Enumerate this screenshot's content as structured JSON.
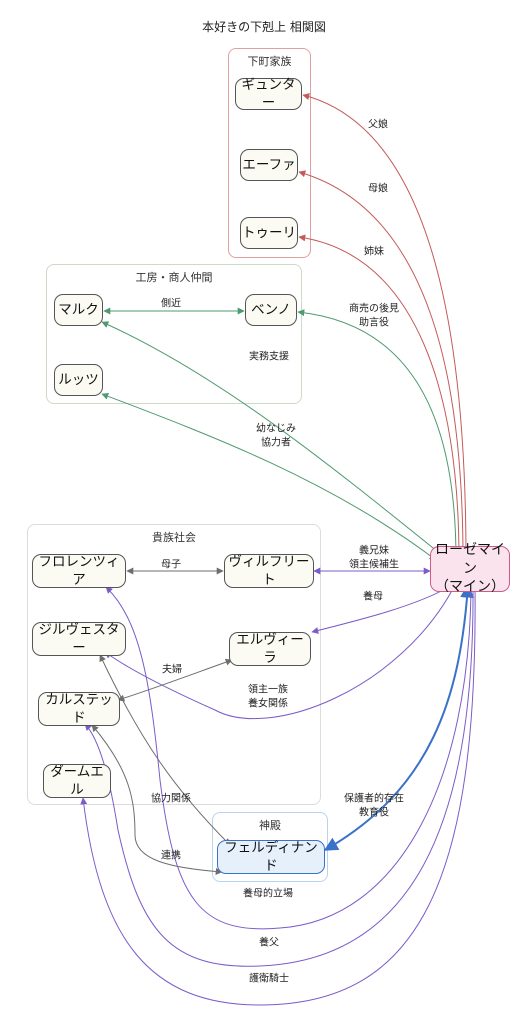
{
  "title": "本好きの下剋上 相関図",
  "colors": {
    "family": "#c45a5a",
    "workshop": "#4f9a70",
    "noble": "#7b5cc8",
    "gray": "#6e6e6e",
    "temple": "#3a72c8"
  },
  "clusters": [
    {
      "id": "family",
      "label": "下町家族"
    },
    {
      "id": "workshop",
      "label": "工房・商人仲間"
    },
    {
      "id": "noble",
      "label": "貴族社会"
    },
    {
      "id": "temple",
      "label": "神殿"
    }
  ],
  "nodes": [
    {
      "id": "gunther",
      "label": "ギュンター"
    },
    {
      "id": "effa",
      "label": "エーファ"
    },
    {
      "id": "tuuli",
      "label": "トゥーリ"
    },
    {
      "id": "mark",
      "label": "マルク"
    },
    {
      "id": "benno",
      "label": "ベンノ"
    },
    {
      "id": "lutz",
      "label": "ルッツ"
    },
    {
      "id": "florencia",
      "label": "フロレンツィア"
    },
    {
      "id": "wilfried",
      "label": "ヴィルフリート"
    },
    {
      "id": "sylvester",
      "label": "ジルヴェスター"
    },
    {
      "id": "elvira",
      "label": "エルヴィーラ"
    },
    {
      "id": "karstedt",
      "label": "カルステッド"
    },
    {
      "id": "damuel",
      "label": "ダームエル"
    },
    {
      "id": "ferdinand",
      "label": "フェルディナンド"
    },
    {
      "id": "rozemyne",
      "label": "ローゼマイン\n（マイン）"
    }
  ],
  "edges": [
    {
      "id": "e1",
      "label": "父娘"
    },
    {
      "id": "e2",
      "label": "母娘"
    },
    {
      "id": "e3",
      "label": "姉妹"
    },
    {
      "id": "e4",
      "label": "商売の後見\n助言役"
    },
    {
      "id": "e5",
      "label": "実務支援"
    },
    {
      "id": "e6",
      "label": "幼なじみ\n協力者"
    },
    {
      "id": "e7",
      "label": "側近"
    },
    {
      "id": "e8",
      "label": "母子"
    },
    {
      "id": "e9",
      "label": "義兄妹\n領主候補生"
    },
    {
      "id": "e10",
      "label": "養母"
    },
    {
      "id": "e11",
      "label": "夫婦"
    },
    {
      "id": "e12",
      "label": "領主一族\n養女関係"
    },
    {
      "id": "e13",
      "label": "協力関係"
    },
    {
      "id": "e14",
      "label": "連携"
    },
    {
      "id": "e15",
      "label": "保護者的存在\n教育役"
    },
    {
      "id": "e16",
      "label": "養母的立場"
    },
    {
      "id": "e17",
      "label": "養父"
    },
    {
      "id": "e18",
      "label": "護衛騎士"
    }
  ]
}
